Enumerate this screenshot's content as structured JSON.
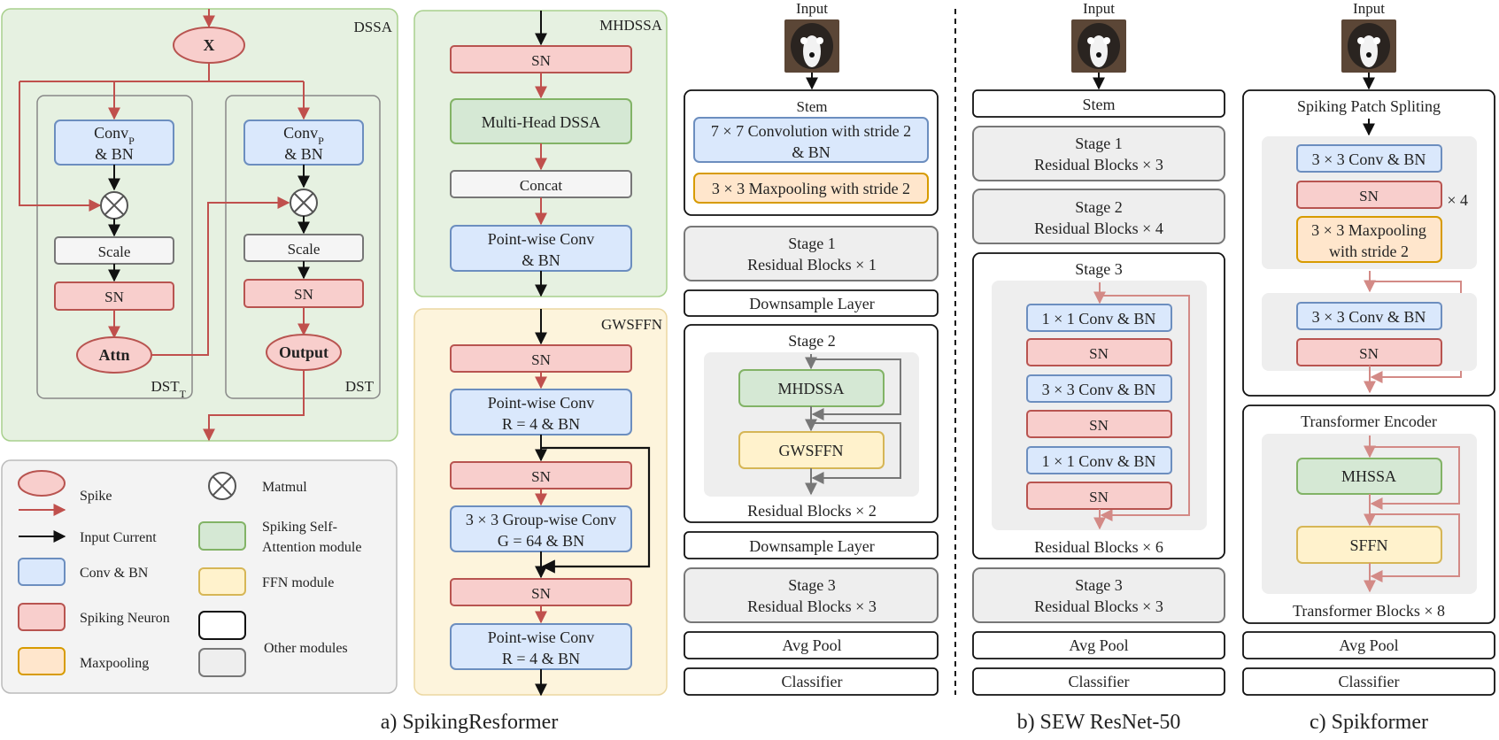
{
  "colors": {
    "spike_fill": "#f8cecc",
    "spike_stroke": "#b85450",
    "conv_fill": "#dae8fc",
    "conv_stroke": "#6c8ebf",
    "ssa_fill": "#d5e8d4",
    "ssa_stroke": "#82b366",
    "ffn_fill": "#fff2cc",
    "ffn_stroke": "#d6b656",
    "maxpool_fill": "#ffe6cc",
    "maxpool_stroke": "#d79b00",
    "other_fill": "#eeeeee",
    "other_stroke": "#888888",
    "dssa_bg": "#e6f1e1",
    "gwsffn_bg": "#fdf4dc",
    "legend_bg": "#f3f3f3"
  },
  "dssa": {
    "title": "DSSA",
    "x_node": "X",
    "convp_main": "Conv",
    "convp_sub": "P",
    "bn": "& BN",
    "scale": "Scale",
    "sn": "SN",
    "attn": "Attn",
    "output": "Output",
    "dst_t_main": "DST",
    "dst_t_sub": "T",
    "dst": "DST"
  },
  "mhdssa": {
    "title": "MHDSSA",
    "sn": "SN",
    "multihead": "Multi-Head DSSA",
    "concat": "Concat",
    "pw_line1": "Point-wise Conv",
    "pw_line2": "& BN"
  },
  "gwsffn": {
    "title": "GWSFFN",
    "sn": "SN",
    "pw_line1": "Point-wise Conv",
    "pw_line2": "R = 4 & BN",
    "gw_line1": "3 × 3 Group-wise Conv",
    "gw_line2": "G = 64 & BN"
  },
  "legend": {
    "spike": "Spike",
    "input_current": "Input Current",
    "conv_bn": "Conv & BN",
    "spiking_neuron": "Spiking Neuron",
    "maxpooling": "Maxpooling",
    "matmul": "Matmul",
    "ssa_line1": "Spiking Self-",
    "ssa_line2": "Attention module",
    "ffn": "FFN module",
    "other": "Other modules"
  },
  "resformer": {
    "input": "Input",
    "stem": "Stem",
    "conv7_line1": "7 × 7 Convolution with stride 2",
    "conv7_line2": "& BN",
    "maxpool": "3 × 3 Maxpooling with stride 2",
    "stage1": "Stage 1",
    "stage1_blocks": "Residual Blocks × 1",
    "downsample": "Downsample Layer",
    "stage2": "Stage 2",
    "mhdssa": "MHDSSA",
    "gwsffn": "GWSFFN",
    "stage2_blocks": "Residual Blocks × 2",
    "stage3": "Stage 3",
    "stage3_blocks": "Residual Blocks × 3",
    "avgpool": "Avg Pool",
    "classifier": "Classifier",
    "caption": "a) SpikingResformer"
  },
  "sew": {
    "input": "Input",
    "stem": "Stem",
    "stage1": "Stage 1",
    "stage1_blocks": "Residual Blocks × 3",
    "stage2": "Stage 2",
    "stage2_blocks": "Residual Blocks × 4",
    "stage3": "Stage 3",
    "conv1": "1 × 1 Conv & BN",
    "conv3": "3 × 3 Conv & BN",
    "sn": "SN",
    "stage3_blocks": "Residual Blocks × 6",
    "stage4": "Stage 3",
    "stage4_blocks": "Residual Blocks × 3",
    "avgpool": "Avg Pool",
    "classifier": "Classifier",
    "caption": "b) SEW ResNet-50"
  },
  "spikformer": {
    "input": "Input",
    "sps": "Spiking Patch Spliting",
    "conv3": "3 × 3 Conv & BN",
    "sn": "SN",
    "maxpool_line1": "3 × 3 Maxpooling",
    "maxpool_line2": "with stride 2",
    "times4": "× 4",
    "encoder": "Transformer Encoder",
    "mhssa": "MHSSA",
    "sffn": "SFFN",
    "blocks": "Transformer Blocks × 8",
    "avgpool": "Avg Pool",
    "classifier": "Classifier",
    "caption": "c) Spikformer"
  }
}
